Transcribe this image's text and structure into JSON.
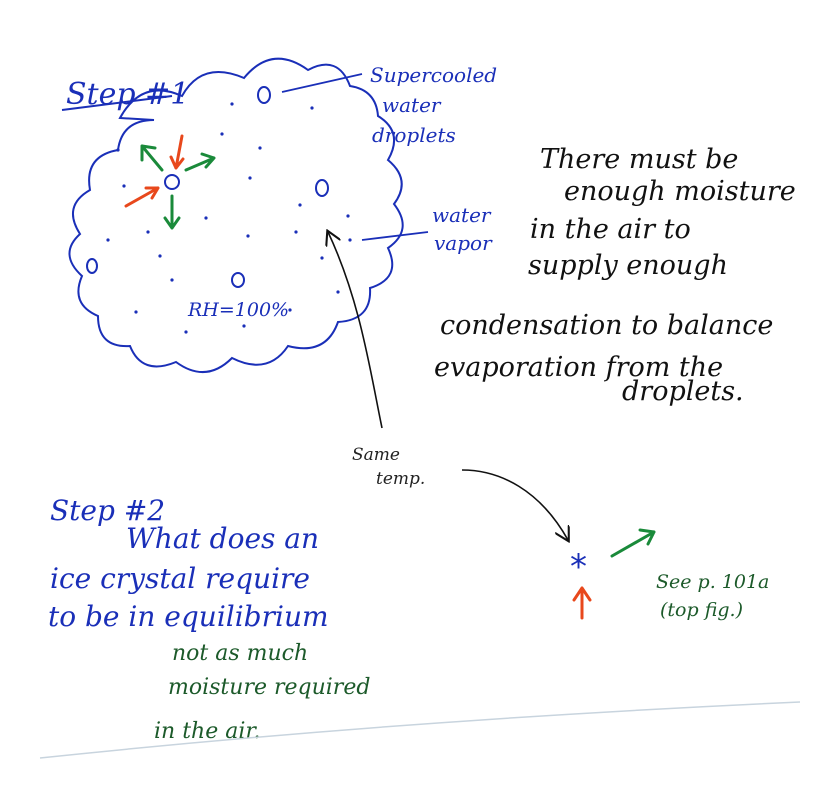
{
  "step1": {
    "title": "Step #1",
    "label_supercooled": [
      "Supercooled",
      "water",
      "droplets"
    ],
    "label_vapor": [
      "water",
      "vapor"
    ],
    "rh": "RH=100%",
    "explanation": [
      "There must be",
      "enough moisture",
      "in the air to",
      "supply enough",
      "condensation to balance",
      "evaporation from the",
      "droplets."
    ]
  },
  "same_temp": [
    "Same",
    "temp."
  ],
  "step2": {
    "title": "Step #2",
    "question": [
      "What does an",
      "ice crystal require",
      "to be in equilibrium"
    ],
    "answer": [
      "not as much",
      "moisture required",
      "in the air."
    ],
    "ref": [
      "See p. 101a",
      "(top fig.)"
    ],
    "crystal_symbol": "*"
  },
  "colors": {
    "blue": "#1a2fb8",
    "green": "#1a8a3a",
    "orange": "#e8481c",
    "black": "#111111",
    "darkgreen": "#1c5a2a"
  }
}
